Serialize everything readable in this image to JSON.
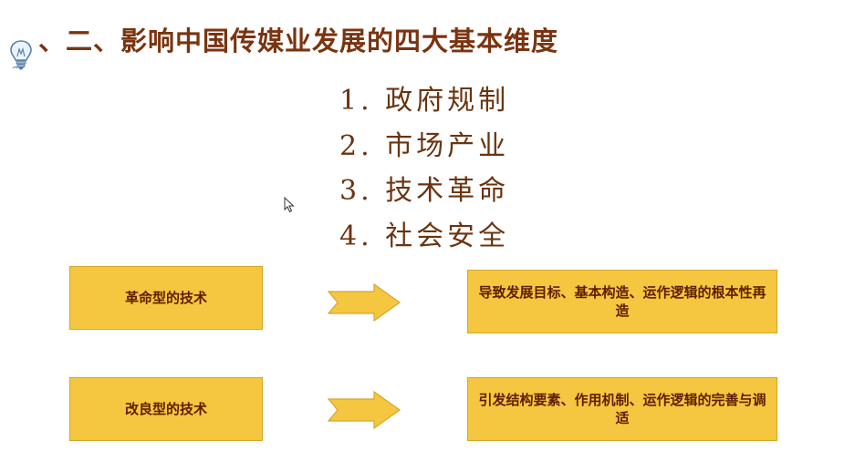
{
  "slide": {
    "title": "、二、影响中国传媒业发展的四大基本维度",
    "icon": "lightbulb-icon",
    "dimensions": [
      "1. 政府规制",
      "2. 市场产业",
      "3. 技术革命",
      "4. 社会安全"
    ],
    "rows": [
      {
        "left": "革命型的技术",
        "right": "导致发展目标、基本构造、运作逻辑的根本性再造"
      },
      {
        "left": "改良型的技术",
        "right": "引发结构要素、作用机制、运作逻辑的完善与调适"
      }
    ],
    "colors": {
      "title": "#7a3410",
      "box_fill": "#f5c640",
      "box_text": "#5a1f00",
      "arrow_fill": "#f5c640"
    }
  }
}
